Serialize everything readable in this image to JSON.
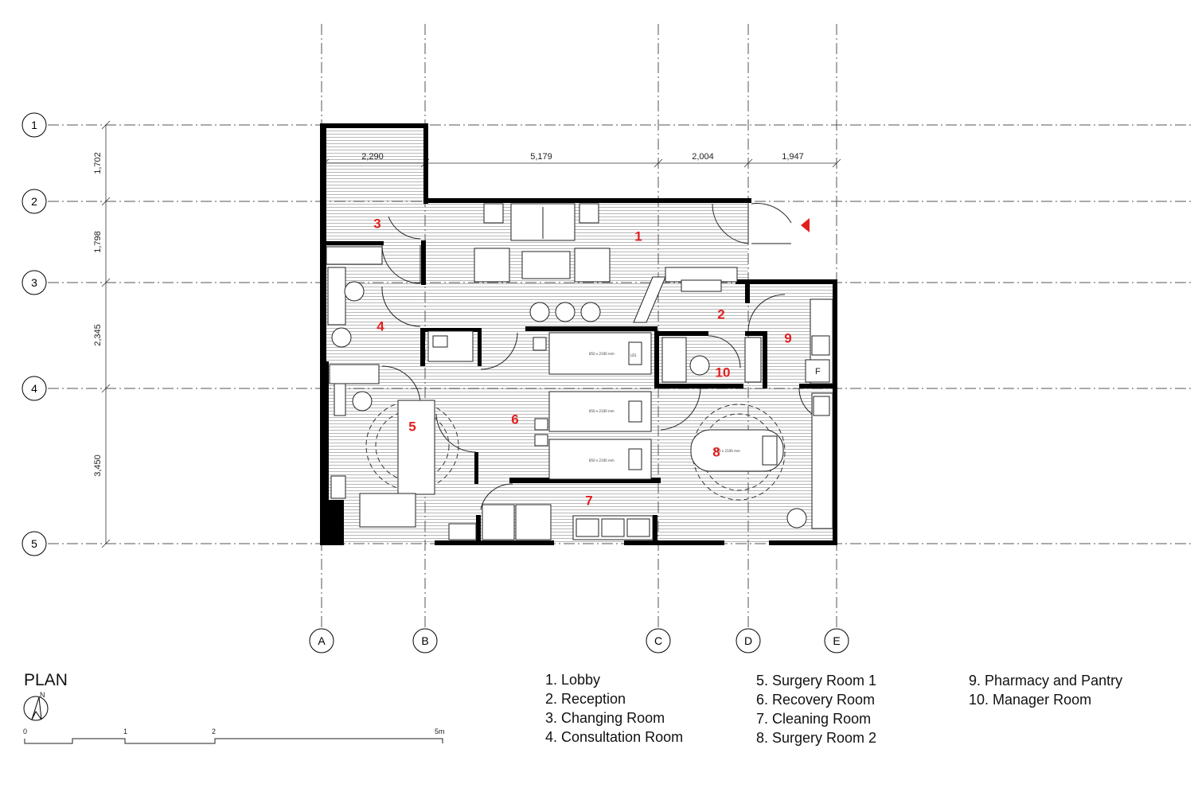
{
  "title": "PLAN",
  "north_label": "N",
  "grid": {
    "rows": [
      "1",
      "2",
      "3",
      "4",
      "5"
    ],
    "cols": [
      "A",
      "B",
      "C",
      "D",
      "E"
    ]
  },
  "dimensions": {
    "horizontal": [
      "2,290",
      "5,179",
      "2,004",
      "1,947"
    ],
    "vertical": [
      "1,702",
      "1,798",
      "2,345",
      "3,450"
    ]
  },
  "room_numbers": [
    "1",
    "2",
    "3",
    "4",
    "5",
    "6",
    "7",
    "8",
    "9",
    "10"
  ],
  "legend": [
    [
      "1. Lobby",
      "2. Reception",
      "3. Changing Room",
      "4. Consultation Room"
    ],
    [
      "5. Surgery Room 1",
      "6. Recovery Room",
      "7. Cleaning Room",
      "8. Surgery Room 2"
    ],
    [
      "9. Pharmacy and Pantry",
      "10. Manager Room"
    ]
  ],
  "scale_bar": [
    "0",
    "1",
    "2",
    "5m"
  ],
  "bed_label": "850 x 2100 mm",
  "ld_label": "LD1",
  "fridge_label": "F",
  "accent_color": "#e41e1e"
}
